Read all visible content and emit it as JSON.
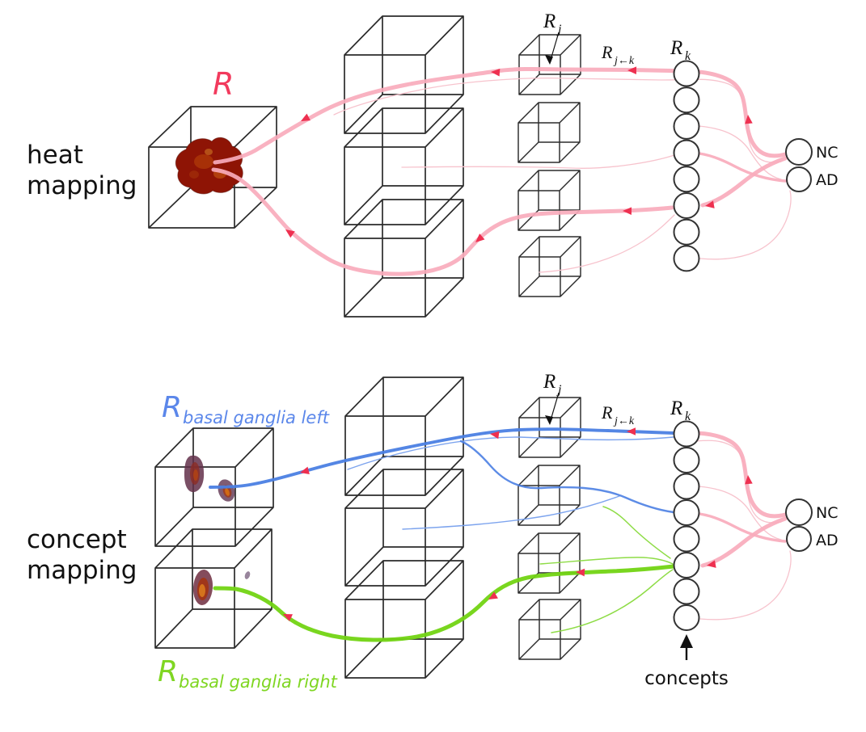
{
  "sections": {
    "heat": {
      "title_line1": "heat",
      "title_line2": "mapping",
      "input_label": "R"
    },
    "concept": {
      "title_line1": "concept",
      "title_line2": "mapping",
      "label_left_base": "R",
      "label_left_sub": "basal ganglia left",
      "label_right_base": "R",
      "label_right_sub": "basal ganglia right"
    }
  },
  "labels": {
    "rj_base": "R",
    "rj_sub": "j",
    "rjk_base": "R",
    "rjk_sub": "j←k",
    "rk_base": "R",
    "rk_sub": "k",
    "nc": "NC",
    "ad": "AD",
    "concepts": "concepts"
  },
  "nodes": {
    "heat_fills": [
      "pink",
      "white",
      "white",
      "pink",
      "white",
      "pink",
      "white",
      "white"
    ],
    "concept_fills": [
      "blue",
      "white",
      "white",
      "blue",
      "white",
      "green",
      "white",
      "white"
    ],
    "outputs": [
      "NC",
      "AD"
    ]
  },
  "colors": {
    "relevance_path": "#f9abbc",
    "relevance_path_thin": "#f7c3cd",
    "arrow_crimson": "#ee3050",
    "node_pink": "#f6a9bc",
    "node_blue": "#4a7fdd",
    "node_green": "#77d51f",
    "path_blue": "#4b80e3",
    "path_blue_thin": "#7da4ee",
    "path_green": "#72d413",
    "path_green_thin": "#8edc46",
    "label_red": "#f23a5d",
    "label_blue": "#5b87ea",
    "label_green": "#7fd622",
    "wireframe": "#2b2b2b",
    "heat_blob": "#8e1405",
    "concept_blob": "#6e2d3f",
    "blob_core_orange": "#d97a1e"
  }
}
